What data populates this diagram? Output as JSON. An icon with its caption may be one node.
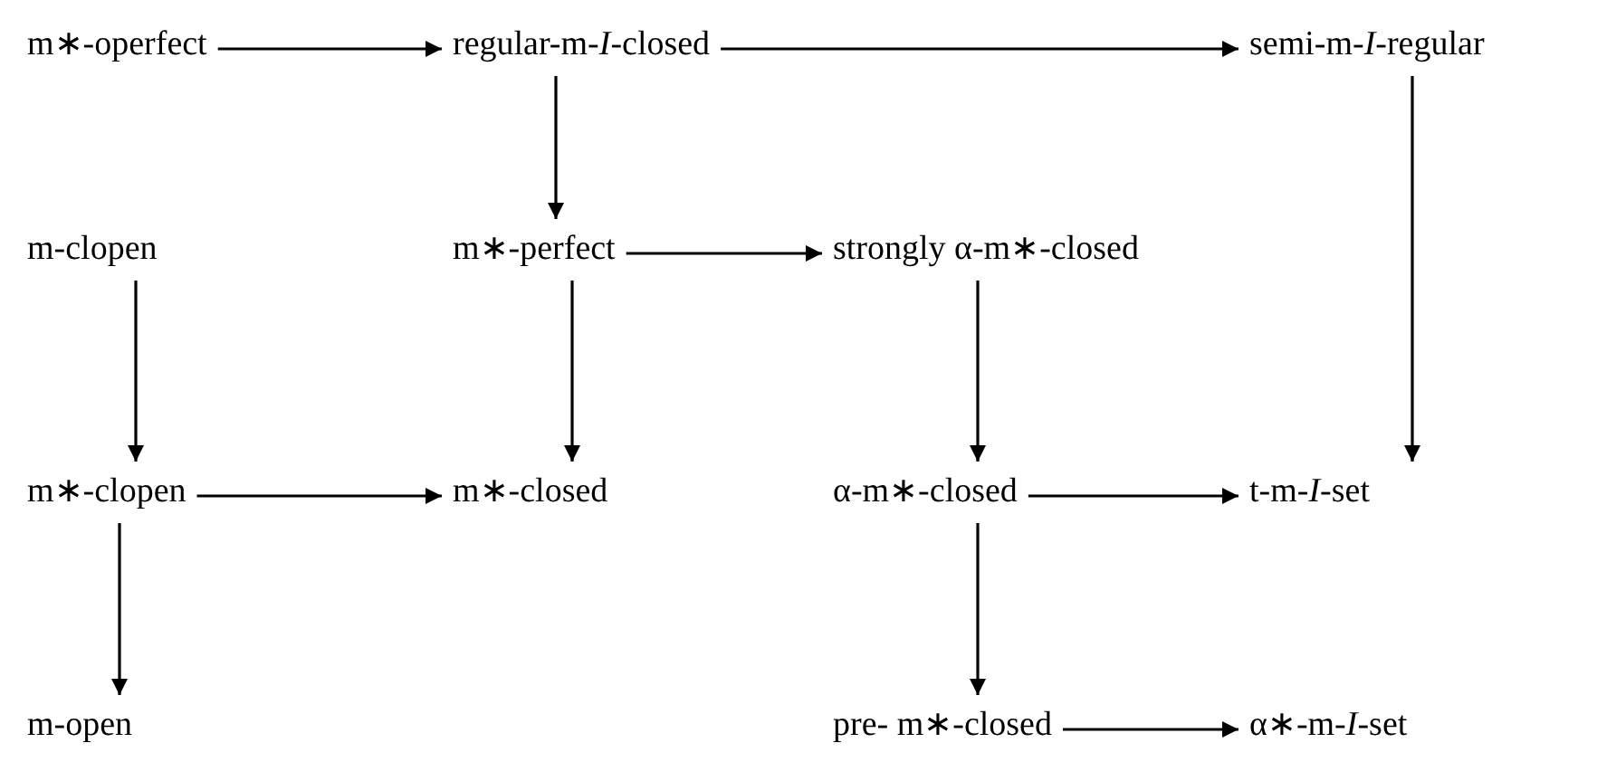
{
  "diagram": {
    "nodes": [
      {
        "text": [
          "m∗-operfect"
        ]
      },
      {
        "text": [
          "regular-m-*I*-closed"
        ]
      },
      {
        "text": [
          "semi-m-*I*-regular"
        ]
      },
      {
        "text": [
          "m-clopen"
        ]
      },
      {
        "text": [
          "m∗-perfect"
        ]
      },
      {
        "text": [
          "strongly α-m∗-closed"
        ]
      },
      {
        "text": [
          "m∗-clopen"
        ]
      },
      {
        "text": [
          "m∗-closed"
        ]
      },
      {
        "text": [
          "α-m∗-closed"
        ]
      },
      {
        "text": [
          "t-m-*I*-set"
        ]
      },
      {
        "text": [
          "m-open"
        ]
      },
      {
        "text": [
          "pre- m∗-closed"
        ]
      },
      {
        "text": [
          "α∗-m-*I*-set"
        ]
      }
    ],
    "edges": [
      {
        "from": 0,
        "to": 1,
        "arrow": "to"
      },
      {
        "from": 1,
        "to": 2,
        "arrow": "to"
      },
      {
        "from": 1,
        "to": 4,
        "arrow": "to"
      },
      {
        "from": 2,
        "to": 9,
        "arrow": "to"
      },
      {
        "from": 4,
        "to": 5,
        "arrow": "to"
      },
      {
        "from": 3,
        "to": 6,
        "arrow": "to"
      },
      {
        "from": 4,
        "to": 7,
        "arrow": "to"
      },
      {
        "from": 5,
        "to": 8,
        "arrow": "to"
      },
      {
        "from": 6,
        "to": 7,
        "arrow": "to"
      },
      {
        "from": 8,
        "to": 9,
        "arrow": "to"
      },
      {
        "from": 6,
        "to": 10,
        "arrow": "to"
      },
      {
        "from": 8,
        "to": 11,
        "arrow": "to"
      },
      {
        "from": 11,
        "to": 12,
        "arrow": "to"
      }
    ]
  }
}
